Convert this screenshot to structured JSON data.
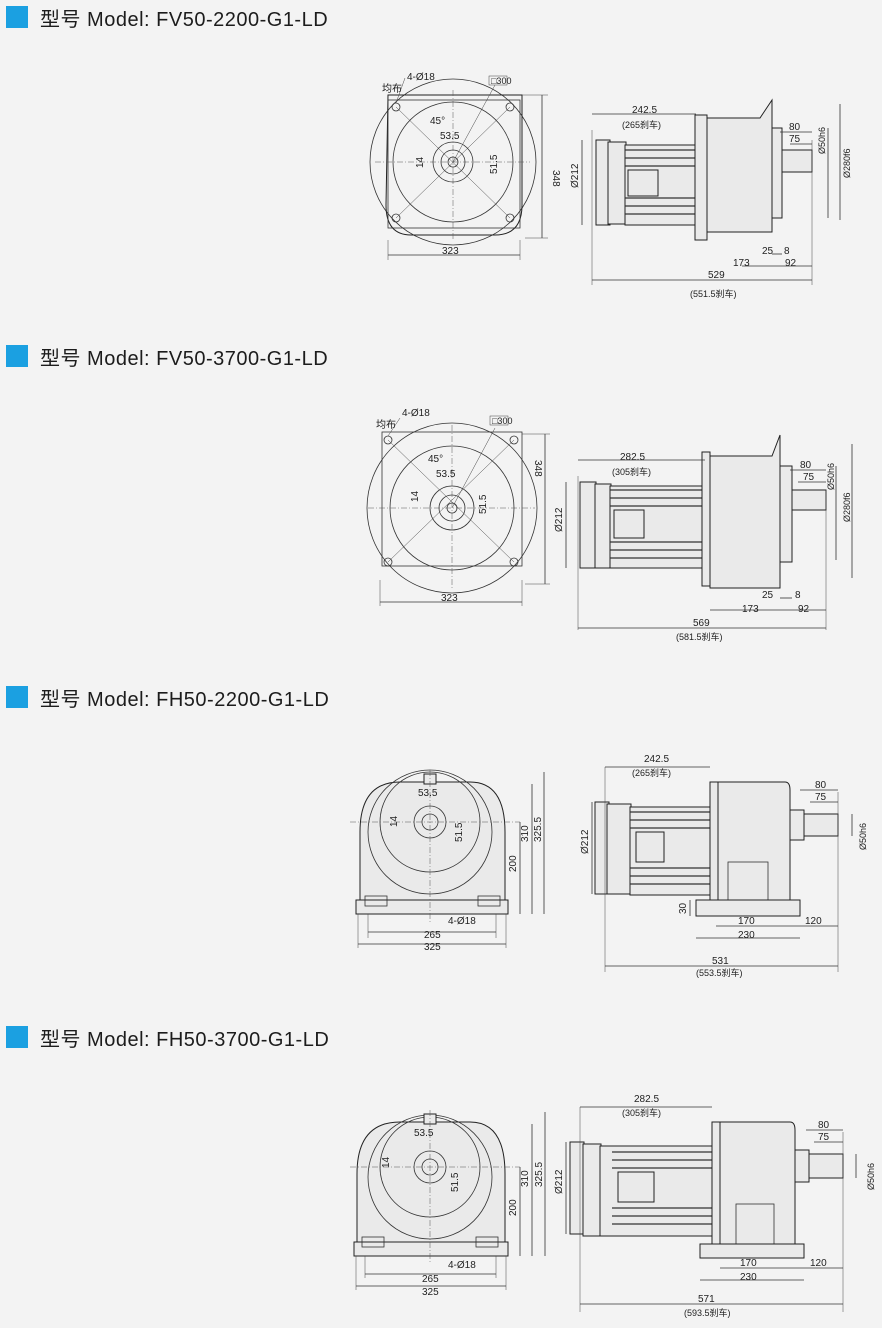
{
  "sections": [
    {
      "title": "型号 Model: FV50-2200-G1-LD",
      "type": "flange",
      "front": {
        "holes": "4-Ø18",
        "holes_note": "均布",
        "tag": "□300",
        "angle": "45°",
        "d1": "14",
        "d2": "53.5",
        "d3": "51.5",
        "height": "348",
        "width": "323"
      },
      "side": {
        "motor_len": "242.5",
        "motor_len_brake": "(265刹车)",
        "motor_dia": "Ø212",
        "shaft_len": "80",
        "shaft_len2": "75",
        "shaft_dia": "Ø50h6",
        "flange_dia": "Ø280f6",
        "d25": "25",
        "d8": "8",
        "d173": "173",
        "d92": "92",
        "total": "529",
        "total_brake": "(551.5刹车)"
      }
    },
    {
      "title": "型号 Model: FV50-3700-G1-LD",
      "type": "flange",
      "front": {
        "holes": "4-Ø18",
        "holes_note": "均布",
        "tag": "□300",
        "angle": "45°",
        "d1": "14",
        "d2": "53.5",
        "d3": "51.5",
        "height": "348",
        "width": "323"
      },
      "side": {
        "motor_len": "282.5",
        "motor_len_brake": "(305刹车)",
        "motor_dia": "Ø212",
        "shaft_len": "80",
        "shaft_len2": "75",
        "shaft_dia": "Ø50h6",
        "flange_dia": "Ø280f6",
        "d25": "25",
        "d8": "8",
        "d173": "173",
        "d92": "92",
        "total": "569",
        "total_brake": "(581.5刹车)"
      }
    },
    {
      "title": "型号 Model: FH50-2200-G1-LD",
      "type": "foot",
      "front": {
        "d53": "53.5",
        "d14": "14",
        "d51": "51.5",
        "h200": "200",
        "h310": "310",
        "h325": "325.5",
        "holes": "4-Ø18",
        "w265": "265",
        "w325": "325"
      },
      "side": {
        "motor_len": "242.5",
        "motor_len_brake": "(265刹车)",
        "motor_dia": "Ø212",
        "shaft_len": "80",
        "shaft_len2": "75",
        "shaft_dia": "Ø50h6",
        "d30": "30",
        "d170": "170",
        "d230": "230",
        "d120": "120",
        "total": "531",
        "total_brake": "(553.5刹车)"
      }
    },
    {
      "title": "型号 Model: FH50-3700-G1-LD",
      "type": "foot",
      "front": {
        "d53": "53.5",
        "d14": "14",
        "d51": "51.5",
        "h200": "200",
        "h310": "310",
        "h325": "325.5",
        "holes": "4-Ø18",
        "w265": "265",
        "w325": "325"
      },
      "side": {
        "motor_len": "282.5",
        "motor_len_brake": "(305刹车)",
        "motor_dia": "Ø212",
        "shaft_len": "80",
        "shaft_len2": "75",
        "shaft_dia": "Ø50h6",
        "d170": "170",
        "d230": "230",
        "d120": "120",
        "total": "571",
        "total_brake": "(593.5刹车)"
      }
    }
  ],
  "colors": {
    "accent": "#1ba0e1",
    "background": "#f3f3f3"
  }
}
